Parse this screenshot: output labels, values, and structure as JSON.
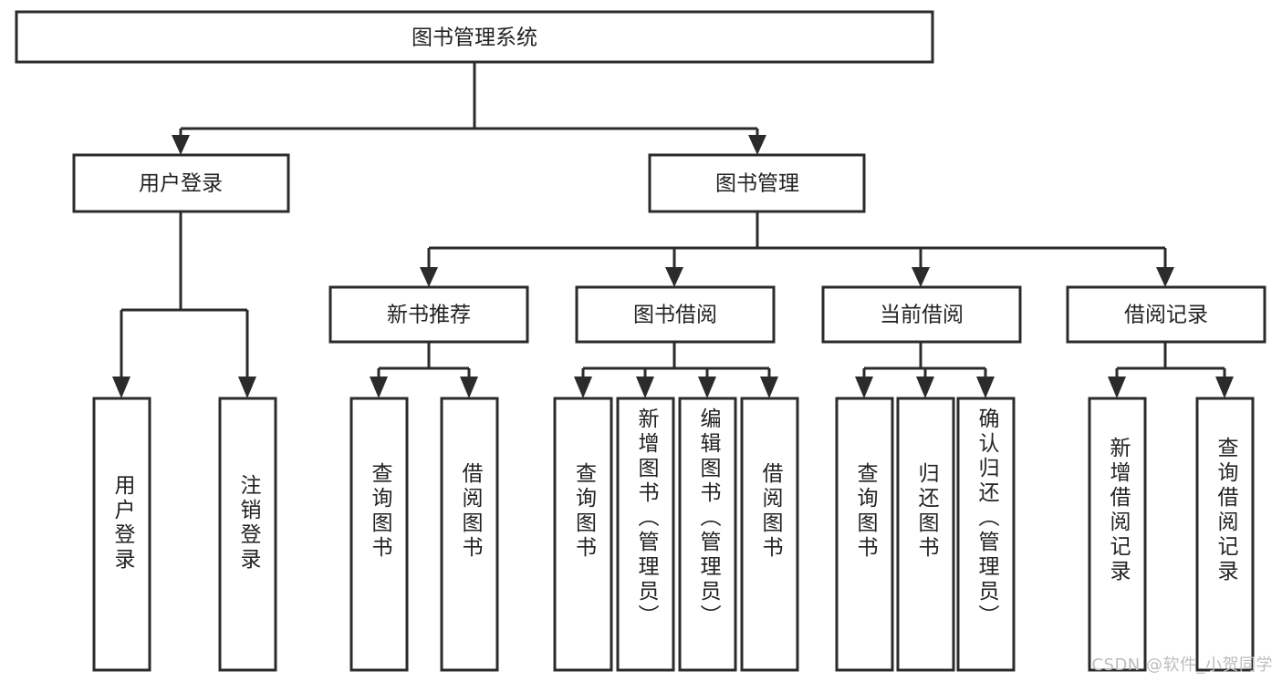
{
  "diagram": {
    "type": "hierarchy-tree",
    "title": "图书管理系统",
    "watermark": "CSDN @软件_小贺同学",
    "colors": {
      "stroke": "#2b2b2b",
      "box_fill": "#ffffff",
      "text": "#222222",
      "background": "#ffffff",
      "watermark": "#bdbdbd"
    },
    "root": {
      "id": "root",
      "label": "图书管理系统",
      "orientation": "horizontal"
    },
    "level2": [
      {
        "id": "user-login",
        "label": "用户登录",
        "orientation": "horizontal"
      },
      {
        "id": "book-manage",
        "label": "图书管理",
        "orientation": "horizontal"
      }
    ],
    "level3": [
      {
        "id": "new-book-recommend",
        "label": "新书推荐",
        "orientation": "horizontal",
        "parent": "book-manage"
      },
      {
        "id": "book-borrow",
        "label": "图书借阅",
        "orientation": "horizontal",
        "parent": "book-manage"
      },
      {
        "id": "current-borrow",
        "label": "当前借阅",
        "orientation": "horizontal",
        "parent": "book-manage"
      },
      {
        "id": "borrow-record",
        "label": "借阅记录",
        "orientation": "horizontal",
        "parent": "book-manage"
      }
    ],
    "leaves": [
      {
        "id": "leaf-user-login",
        "label": "用户登录",
        "orientation": "vertical",
        "parent": "user-login"
      },
      {
        "id": "leaf-user-logout",
        "label": "注销登录",
        "orientation": "vertical",
        "parent": "user-login"
      },
      {
        "id": "leaf-query-book-a",
        "label": "查询图书",
        "orientation": "vertical",
        "parent": "new-book-recommend"
      },
      {
        "id": "leaf-borrow-book-a",
        "label": "借阅图书",
        "orientation": "vertical",
        "parent": "new-book-recommend"
      },
      {
        "id": "leaf-query-book-b",
        "label": "查询图书",
        "orientation": "vertical",
        "parent": "book-borrow"
      },
      {
        "id": "leaf-add-book",
        "label": "新增图书（管理员）",
        "orientation": "vertical",
        "parent": "book-borrow"
      },
      {
        "id": "leaf-edit-book",
        "label": "编辑图书（管理员）",
        "orientation": "vertical",
        "parent": "book-borrow"
      },
      {
        "id": "leaf-borrow-book-b",
        "label": "借阅图书",
        "orientation": "vertical",
        "parent": "book-borrow"
      },
      {
        "id": "leaf-query-book-c",
        "label": "查询图书",
        "orientation": "vertical",
        "parent": "current-borrow"
      },
      {
        "id": "leaf-return-book",
        "label": "归还图书",
        "orientation": "vertical",
        "parent": "current-borrow"
      },
      {
        "id": "leaf-confirm-return",
        "label": "确认归还（管理员）",
        "orientation": "vertical",
        "parent": "current-borrow"
      },
      {
        "id": "leaf-add-record",
        "label": "新增借阅记录",
        "orientation": "vertical",
        "parent": "borrow-record"
      },
      {
        "id": "leaf-query-record",
        "label": "查询借阅记录",
        "orientation": "vertical",
        "parent": "borrow-record"
      }
    ]
  }
}
